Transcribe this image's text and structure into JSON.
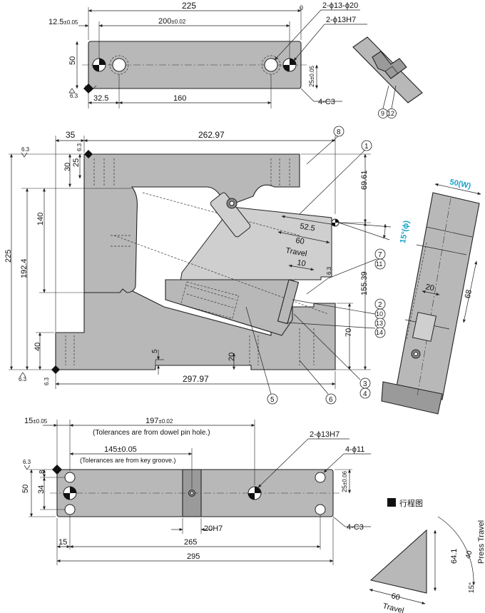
{
  "top_view": {
    "dims": {
      "overall_width": "225",
      "zero_mark": "0",
      "offset_left_value": "12.5",
      "offset_left_tol": "±0.05",
      "pin_pitch_value": "200",
      "pin_pitch_tol": "±0.02",
      "height": "50",
      "height_half_value": "25",
      "height_half_tol": "±0.05",
      "left_to_hole": "32.5",
      "hole_pitch": "160"
    },
    "notes": {
      "counterbore": "2-ϕ13-ϕ20",
      "dowel": "2-ϕ13H7",
      "chamfer": "4-C3",
      "roughness": "6.3"
    }
  },
  "detail_view": {
    "callouts": [
      "9",
      "12"
    ]
  },
  "side_view": {
    "dims": {
      "left_offset": "35",
      "top_length": "262.97",
      "d30": "30",
      "d25": "25",
      "d140": "140",
      "d192_4": "192.4",
      "d225": "225",
      "d40": "40",
      "d69_61": "69.61",
      "d52_5": "52.5",
      "d60": "60",
      "travel": "Travel",
      "d10": "10",
      "d155_39": "155.39",
      "d70": "70",
      "d20": "20",
      "d5": "5",
      "bottom_length": "297.97",
      "angle": "15°(ϕ)",
      "roughness": "6.3"
    },
    "callouts": [
      "8",
      "1",
      "7",
      "11",
      "2",
      "10",
      "13",
      "14",
      "3",
      "4",
      "5",
      "6"
    ]
  },
  "end_view": {
    "width_label": "50(W)",
    "d20": "20",
    "d68": "68"
  },
  "bottom_view": {
    "dims": {
      "left_offset_value": "15",
      "left_offset_tol": "±0.05",
      "dowel_pos_value": "197",
      "dowel_pos_tol": "±0.02",
      "dowel_note": "(Tolerances are from dowel pin hole.)",
      "key_pos": "145±0.05",
      "key_note": "(Tolerances are from key groove.)",
      "d8": "8",
      "d34": "34",
      "d50": "50",
      "half_value": "25",
      "half_tol": "±0.06",
      "key_width": "20H7",
      "d15": "15",
      "d265": "265",
      "d295": "295"
    },
    "notes": {
      "dowel": "2-ϕ13H7",
      "holes": "4-ϕ11",
      "chamfer": "4-C3",
      "roughness": "6.3"
    }
  },
  "stroke_diagram": {
    "title": "行程图",
    "press_travel": "Press Travel",
    "d64_1": "64.1",
    "d40": "40",
    "d60": "60",
    "angle": "15°",
    "travel": "Travel"
  },
  "colors": {
    "part_fill": "#b8b8b8",
    "accent_cyan": "#1aa3c9"
  }
}
